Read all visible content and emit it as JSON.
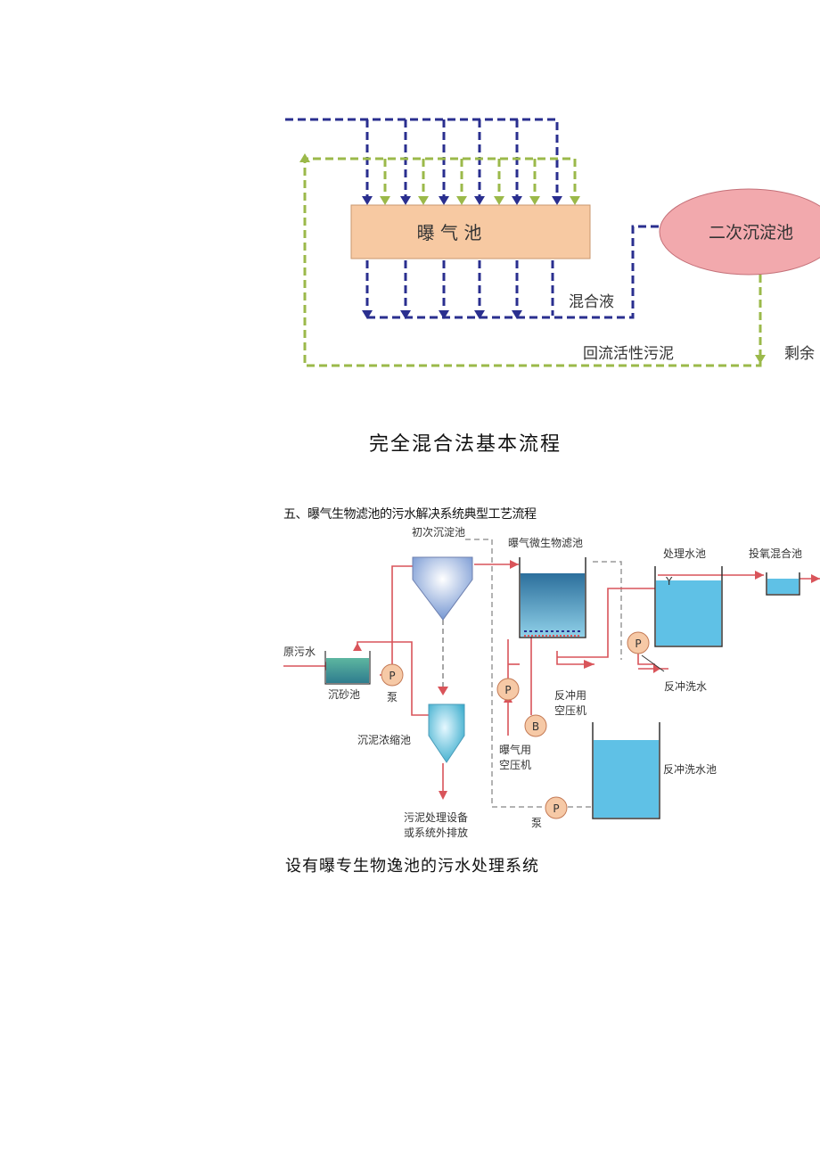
{
  "diagram1": {
    "aeration_tank": "曝 气 池",
    "secondary_clarifier": "二次沉淀池",
    "mixed_liquor": "混合液",
    "return_sludge": "回流活性污泥",
    "excess_sludge": "剩余",
    "colors": {
      "blue_dash": "#2a2f8f",
      "green_dash": "#9bb94a",
      "tank_fill": "#f7c9a2",
      "clarifier_fill": "#f2a9ad"
    }
  },
  "caption1": "完全混合法基本流程",
  "section_heading": "五、曝气生物滤池的污水解决系统典型工艺流程",
  "diagram2": {
    "primary_clarifier": "初次沉淀池",
    "baf": "曝气微生物滤池",
    "treated_water_tank": "处理水池",
    "oxygen_mixing_tank": "投氧混合池",
    "raw_sewage": "原污水",
    "grit_chamber": "沉砂池",
    "pump": "泵",
    "pump_symbol": "P",
    "blower_symbol": "B",
    "backwash_blower": [
      "反冲用",
      "空压机"
    ],
    "backwash_water": "反冲洗水",
    "aeration_blower": [
      "曝气用",
      "空压机"
    ],
    "sludge_thickener": "沉泥浓缩池",
    "backwash_tank": "反冲洗水池",
    "sludge_disposal": [
      "污泥处理设备",
      "或系统外排放"
    ],
    "colors": {
      "pipe": "#d9545a",
      "water": "#5fc1e6",
      "water_dark": "#2c8fb8",
      "pump_fill": "#f6c9a6"
    }
  },
  "caption2": "设有曝专生物逸池的污水处理系统"
}
